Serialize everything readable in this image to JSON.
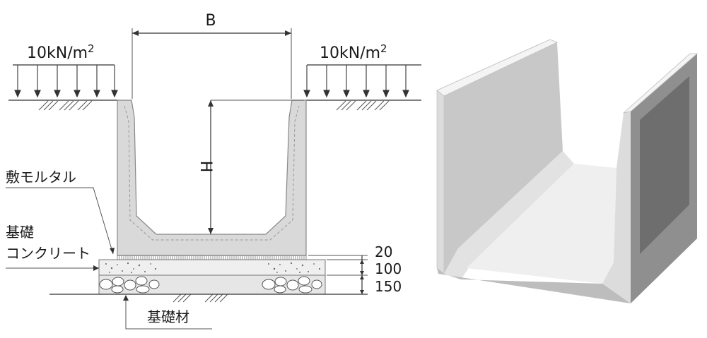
{
  "section": {
    "width_label": "B",
    "height_label": "H",
    "load_left": {
      "value": "10kN/m",
      "exp": "2"
    },
    "load_right": {
      "value": "10kN/m",
      "exp": "2"
    },
    "bedding_mortar_label": "敷モルタル",
    "foundation_concrete_label_line1": "基礎",
    "foundation_concrete_label_line2": "コンクリート",
    "base_material_label": "基礎材",
    "dim_mortar": "20",
    "dim_concrete": "100",
    "dim_base": "150"
  },
  "colors": {
    "concrete_gray": "#d9d9d9",
    "concrete_edge": "#9a9a9a",
    "iso_light": "#eeeeee",
    "iso_mid": "#c8c8c8",
    "iso_dark": "#8f8f8f"
  }
}
